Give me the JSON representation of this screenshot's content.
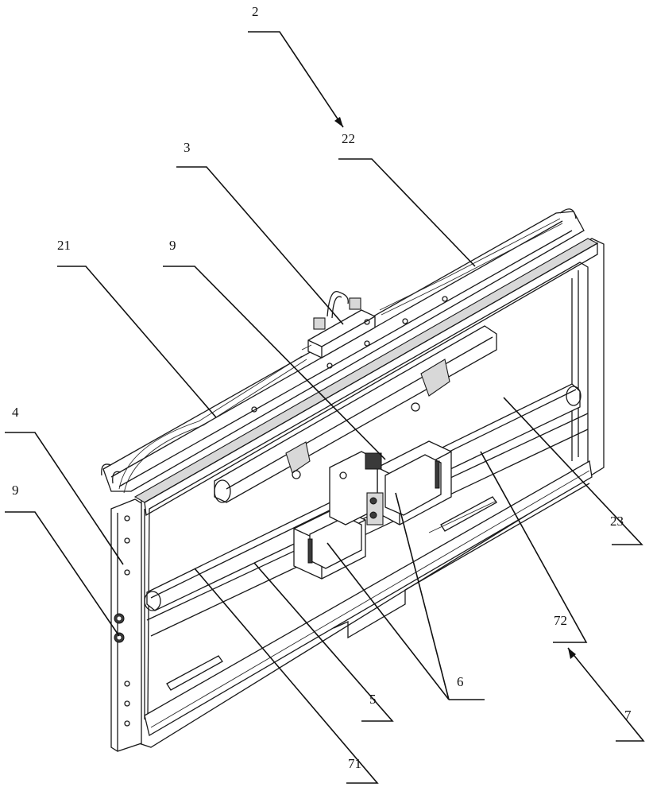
{
  "colors": {
    "ink": "#1a1a1a",
    "background": "#ffffff",
    "shade": "#d8d8d8"
  },
  "labels": {
    "l2": "2",
    "l22": "22",
    "l3": "3",
    "l21": "21",
    "l9_top": "9",
    "l4": "4",
    "l9_left": "9",
    "l23": "23",
    "l72": "72",
    "l7": "7",
    "l6": "6",
    "l5": "5",
    "l71": "71"
  }
}
